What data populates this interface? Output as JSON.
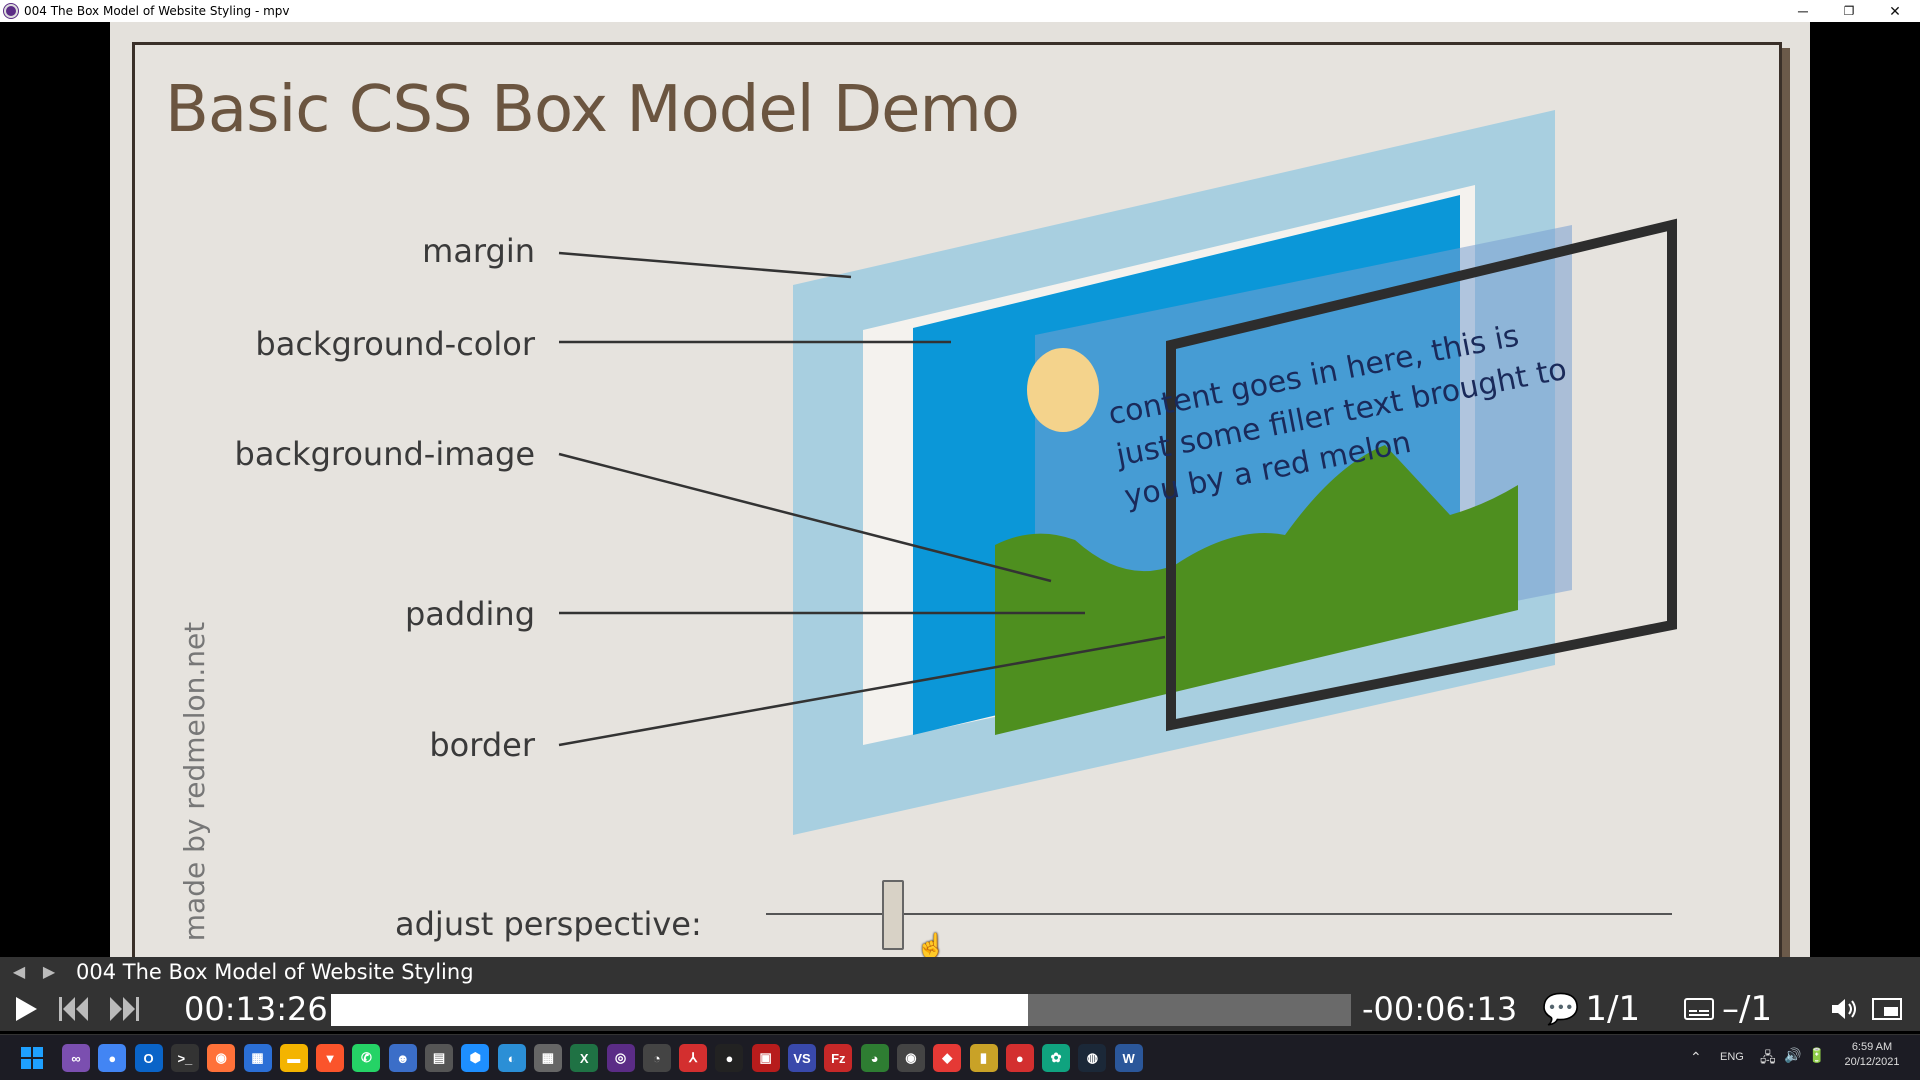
{
  "window": {
    "title": "004 The Box Model of Website Styling - mpv",
    "buttons": {
      "minimize": "─",
      "restore": "❐",
      "close": "✕"
    }
  },
  "slide": {
    "title": "Basic CSS Box Model Demo",
    "labels": [
      "margin",
      "background-color",
      "background-image",
      "padding",
      "border"
    ],
    "content_text": [
      "content goes in here, this is",
      "just some filler text brought to",
      "you by a red melon"
    ],
    "credit": "made by redmelon.net",
    "adjust_label": "adjust perspective:",
    "perspective_fraction": 0.14
  },
  "osd": {
    "prev_icon": "◀",
    "next_icon": "▶",
    "media_title": "004 The Box Model of Website Styling",
    "time_position": "00:13:26",
    "time_remaining": "-00:06:13",
    "progress_fraction": 0.683,
    "chapter_count": "1/1",
    "subtitle_track": "–/1"
  },
  "taskbar": {
    "language": "ENG",
    "time": "6:59 AM",
    "date": "20/12/2021",
    "apps": [
      {
        "icon": "visual-studio-icon",
        "glyph": "∞",
        "color": "#7b4fb0"
      },
      {
        "icon": "chrome-icon",
        "glyph": "●",
        "color": "#4285f4"
      },
      {
        "icon": "outlook-icon",
        "glyph": "O",
        "color": "#0a64c8"
      },
      {
        "icon": "terminal-icon",
        "glyph": ">_",
        "color": "#333"
      },
      {
        "icon": "firefox-icon",
        "glyph": "◉",
        "color": "#ff7139"
      },
      {
        "icon": "store-icon",
        "glyph": "▦",
        "color": "#2b6fd6"
      },
      {
        "icon": "file-explorer-icon",
        "glyph": "▬",
        "color": "#f4b400"
      },
      {
        "icon": "brave-icon",
        "glyph": "▼",
        "color": "#fb542b"
      },
      {
        "icon": "whatsapp-icon",
        "glyph": "✆",
        "color": "#25d366"
      },
      {
        "icon": "people-icon",
        "glyph": "☻",
        "color": "#3b6ec8"
      },
      {
        "icon": "clapper-icon",
        "glyph": "▤",
        "color": "#555"
      },
      {
        "icon": "shield-icon",
        "glyph": "⬢",
        "color": "#1e8fff"
      },
      {
        "icon": "edge-icon",
        "glyph": "◐",
        "color": "#2b8fd6"
      },
      {
        "icon": "calculator-icon",
        "glyph": "▦",
        "color": "#666"
      },
      {
        "icon": "excel-icon",
        "glyph": "X",
        "color": "#1f7244"
      },
      {
        "icon": "mpv-icon",
        "glyph": "◎",
        "color": "#5b2c86"
      },
      {
        "icon": "speedometer-icon",
        "glyph": "◔",
        "color": "#444"
      },
      {
        "icon": "acrobat-icon",
        "glyph": "⅄",
        "color": "#d32f2f"
      },
      {
        "icon": "camera-icon",
        "glyph": "●",
        "color": "#222"
      },
      {
        "icon": "cpu-icon",
        "glyph": "▣",
        "color": "#b71c1c"
      },
      {
        "icon": "vs-code-icon",
        "glyph": "VS",
        "color": "#3949ab"
      },
      {
        "icon": "filezilla-icon",
        "glyph": "Fz",
        "color": "#c62828"
      },
      {
        "icon": "globe-icon",
        "glyph": "◕",
        "color": "#2e7d32"
      },
      {
        "icon": "obs-icon",
        "glyph": "◉",
        "color": "#444"
      },
      {
        "icon": "anydesk-icon",
        "glyph": "◆",
        "color": "#e53935"
      },
      {
        "icon": "book-icon",
        "glyph": "▮",
        "color": "#c9a227"
      },
      {
        "icon": "record-icon",
        "glyph": "●",
        "color": "#d32f2f"
      },
      {
        "icon": "chatgpt-icon",
        "glyph": "✿",
        "color": "#10a37f"
      },
      {
        "icon": "steam-icon",
        "glyph": "◍",
        "color": "#1b2838"
      },
      {
        "icon": "word-icon",
        "glyph": "W",
        "color": "#2b579a"
      }
    ]
  }
}
